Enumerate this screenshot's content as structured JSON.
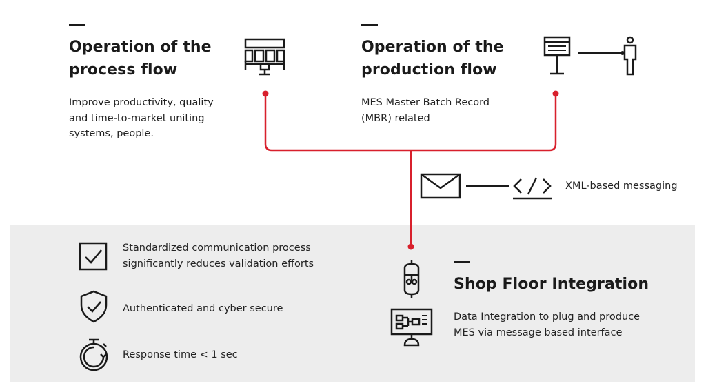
{
  "sections": {
    "process": {
      "title_line1": "Operation of the",
      "title_line2": "process flow",
      "desc_line1": "Improve productivity, quality",
      "desc_line2": "and time-to-market uniting",
      "desc_line3": "systems, people."
    },
    "production": {
      "title_line1": "Operation of the",
      "title_line2": "production flow",
      "desc_line1": "MES Master Batch Record",
      "desc_line2": "(MBR) related"
    },
    "messaging": {
      "label": "XML-based messaging"
    },
    "shop_floor": {
      "title": "Shop Floor Integration",
      "desc_line1": "Data Integration to plug and produce",
      "desc_line2": "MES via message based interface"
    }
  },
  "benefits": [
    {
      "icon": "checkbox-icon",
      "line1": "Standardized communication process",
      "line2": "significantly reduces validation efforts"
    },
    {
      "icon": "shield-check-icon",
      "line1": "Authenticated and cyber secure",
      "line2": ""
    },
    {
      "icon": "stopwatch-icon",
      "line1": "Response time < 1 sec",
      "line2": ""
    }
  ],
  "colors": {
    "connector": "#d8202c",
    "text": "#1a1a1a",
    "panel": "#ededed"
  }
}
